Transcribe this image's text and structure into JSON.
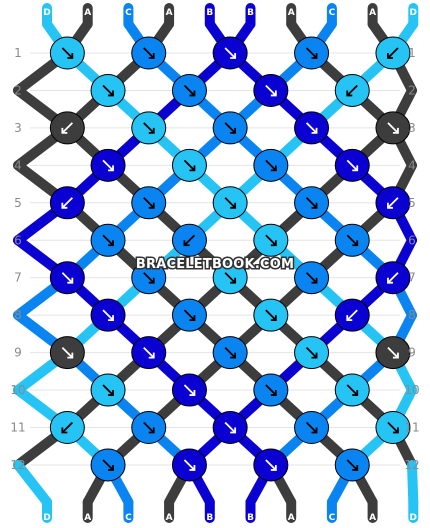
{
  "brand": {
    "watermark": "BRACELETBOOK.COM"
  },
  "colors": {
    "A": "#3d3d3d",
    "B": "#0a00d1",
    "C": "#0a84f0",
    "D": "#26c3f5",
    "knot_outline": "#000000",
    "grid_line": "#e4e4e4",
    "row_label": "#8a8a8a"
  },
  "strands": {
    "top": [
      "D",
      "A",
      "C",
      "A",
      "B",
      "B",
      "A",
      "C",
      "A",
      "D"
    ],
    "bottom": [
      "D",
      "A",
      "C",
      "A",
      "B",
      "B",
      "A",
      "C",
      "A",
      "D"
    ]
  },
  "rows": [
    {
      "label": "1",
      "knots": [
        {
          "c": "D",
          "d": "R"
        },
        {
          "c": "C",
          "d": "R"
        },
        {
          "c": "B",
          "d": "R"
        },
        {
          "c": "C",
          "d": "R"
        },
        {
          "c": "D",
          "d": "L"
        }
      ]
    },
    {
      "label": "2",
      "knots": [
        {
          "c": "D",
          "d": "R"
        },
        {
          "c": "C",
          "d": "R"
        },
        {
          "c": "B",
          "d": "R"
        },
        {
          "c": "D",
          "d": "L"
        }
      ]
    },
    {
      "label": "3",
      "knots": [
        {
          "c": "A",
          "d": "L"
        },
        {
          "c": "D",
          "d": "R"
        },
        {
          "c": "C",
          "d": "R"
        },
        {
          "c": "B",
          "d": "R"
        },
        {
          "c": "A",
          "d": "R"
        }
      ]
    },
    {
      "label": "4",
      "knots": [
        {
          "c": "B",
          "d": "R"
        },
        {
          "c": "D",
          "d": "R"
        },
        {
          "c": "C",
          "d": "R"
        },
        {
          "c": "B",
          "d": "R"
        }
      ]
    },
    {
      "label": "5",
      "knots": [
        {
          "c": "B",
          "d": "L"
        },
        {
          "c": "C",
          "d": "R"
        },
        {
          "c": "D",
          "d": "R"
        },
        {
          "c": "C",
          "d": "R"
        },
        {
          "c": "B",
          "d": "L"
        }
      ]
    },
    {
      "label": "6",
      "knots": [
        {
          "c": "C",
          "d": "R"
        },
        {
          "c": "C",
          "d": "L"
        },
        {
          "c": "D",
          "d": "R"
        },
        {
          "c": "C",
          "d": "R"
        }
      ]
    },
    {
      "label": "7",
      "knots": [
        {
          "c": "B",
          "d": "R"
        },
        {
          "c": "C",
          "d": "R"
        },
        {
          "c": "D",
          "d": "R"
        },
        {
          "c": "C",
          "d": "R"
        },
        {
          "c": "B",
          "d": "L"
        }
      ]
    },
    {
      "label": "8",
      "knots": [
        {
          "c": "B",
          "d": "R"
        },
        {
          "c": "C",
          "d": "R"
        },
        {
          "c": "D",
          "d": "R"
        },
        {
          "c": "B",
          "d": "L"
        }
      ]
    },
    {
      "label": "9",
      "knots": [
        {
          "c": "A",
          "d": "R"
        },
        {
          "c": "B",
          "d": "R"
        },
        {
          "c": "C",
          "d": "R"
        },
        {
          "c": "D",
          "d": "R"
        },
        {
          "c": "A",
          "d": "R"
        }
      ]
    },
    {
      "label": "10",
      "knots": [
        {
          "c": "D",
          "d": "R"
        },
        {
          "c": "B",
          "d": "R"
        },
        {
          "c": "C",
          "d": "R"
        },
        {
          "c": "D",
          "d": "R"
        }
      ]
    },
    {
      "label": "11",
      "knots": [
        {
          "c": "D",
          "d": "L"
        },
        {
          "c": "C",
          "d": "R"
        },
        {
          "c": "B",
          "d": "R"
        },
        {
          "c": "C",
          "d": "R"
        },
        {
          "c": "D",
          "d": "R"
        }
      ]
    },
    {
      "label": "12",
      "knots": [
        {
          "c": "C",
          "d": "R"
        },
        {
          "c": "B",
          "d": "R"
        },
        {
          "c": "B",
          "d": "R"
        },
        {
          "c": "C",
          "d": "R"
        }
      ]
    }
  ]
}
